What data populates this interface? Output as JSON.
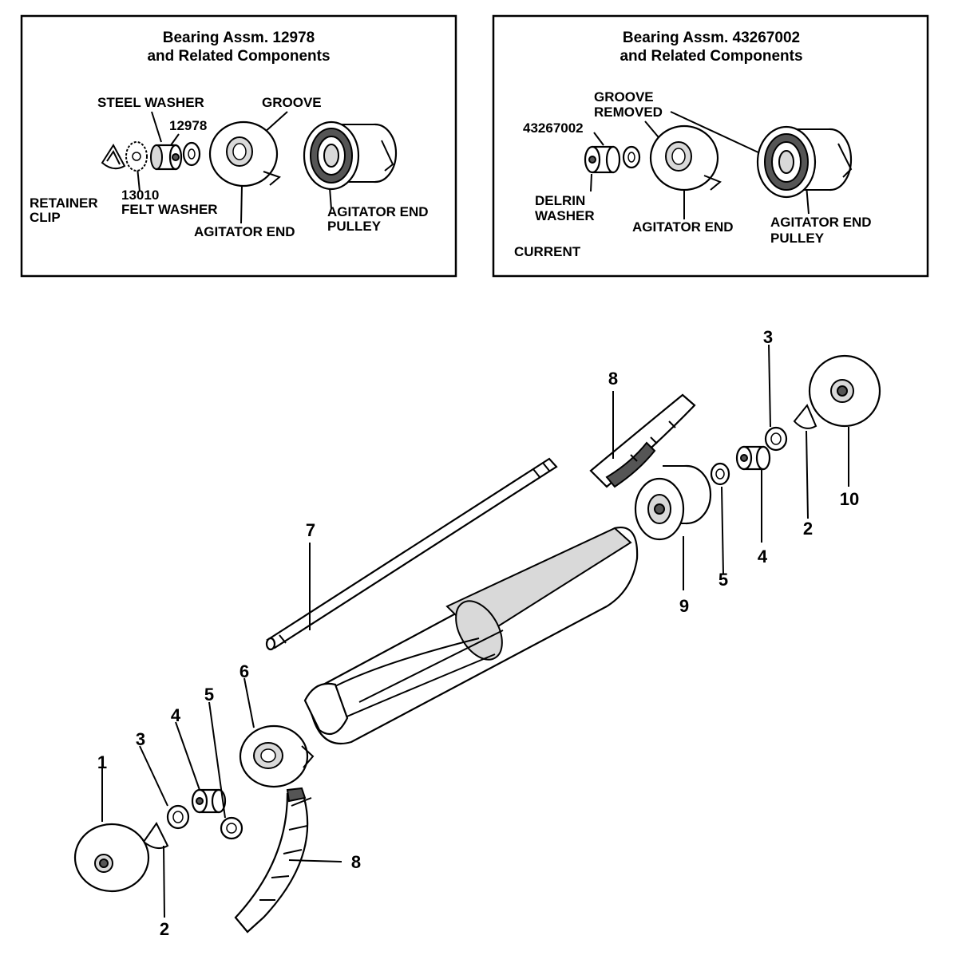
{
  "inset_left": {
    "title_line1": "Bearing Assm. 12978",
    "title_line2": "and Related Components",
    "labels": {
      "steel_washer": "STEEL WASHER",
      "bearing_number": "12978",
      "groove": "GROOVE",
      "retainer_clip_1": "RETAINER",
      "retainer_clip_2": "CLIP",
      "felt_washer_1": "13010",
      "felt_washer_2": "FELT WASHER",
      "agitator_end": "AGITATOR END",
      "pulley_1": "AGITATOR END",
      "pulley_2": "PULLEY"
    }
  },
  "inset_right": {
    "title_line1": "Bearing Assm. 43267002",
    "title_line2": "and Related Components",
    "labels": {
      "bearing_number": "43267002",
      "groove_removed_1": "GROOVE",
      "groove_removed_2": "REMOVED",
      "delrin_washer_1": "DELRIN",
      "delrin_washer_2": "WASHER",
      "agitator_end": "AGITATOR END",
      "pulley_1": "AGITATOR END",
      "pulley_2": "PULLEY",
      "current": "CURRENT"
    }
  },
  "callouts": {
    "c1": "1",
    "c2_left": "2",
    "c3_left": "3",
    "c4_left": "4",
    "c5_left": "5",
    "c6": "6",
    "c7": "7",
    "c8_top": "8",
    "c8_bottom": "8",
    "c9": "9",
    "c3_right": "3",
    "c2_right": "2",
    "c4_right": "4",
    "c5_right": "5",
    "c10": "10"
  }
}
